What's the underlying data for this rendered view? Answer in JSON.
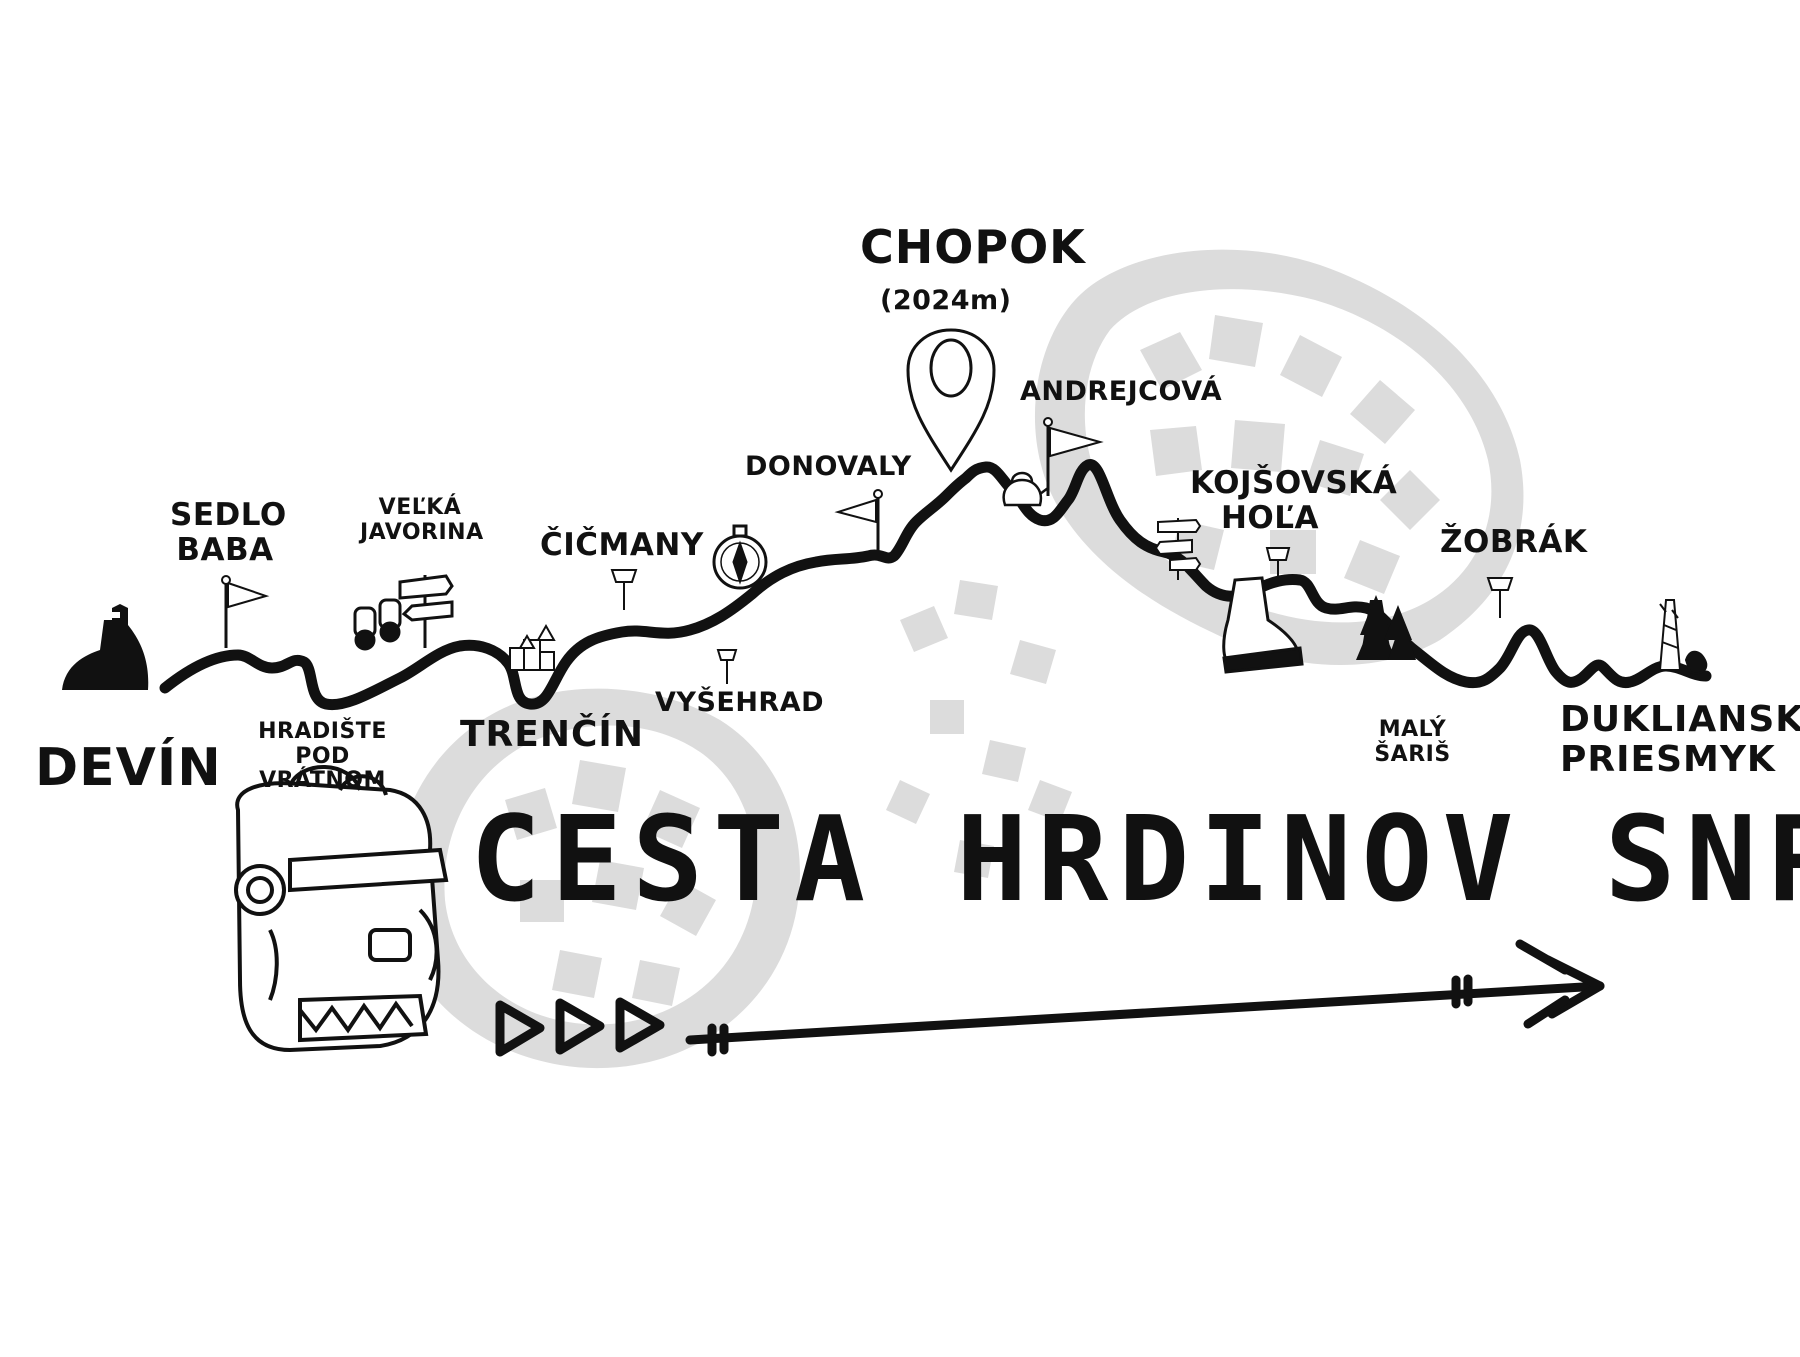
{
  "title": "CESTA HRDINOV SNP",
  "peak": {
    "name": "CHOPOK",
    "elevation": "(2024m)"
  },
  "places": {
    "devin": "DEVÍN",
    "sedlo_baba": "SEDLO\nBABA",
    "hradiste": "HRADIŠTE\nPOD VRÁTNOM",
    "velka_javorina": "VEĽKÁ\nJAVORINA",
    "trencin": "TRENČÍN",
    "cicmany": "ČIČMANY",
    "vysehrad": "VYŠEHRAD",
    "donovaly": "DONOVALY",
    "andrejcova": "ANDREJCOVÁ",
    "kojsovska": "KOJŠOVSKÁ\nHOĽA",
    "maly_saris": "MALÝ ŠARIŠ",
    "zobrak": "ŽOBRÁK",
    "duklansky": "DUKLIANSKY\nPRIESMYK"
  },
  "icons": [
    "castle-icon",
    "flag-icon",
    "binoculars-icon",
    "signpost-icon",
    "town-icon",
    "pin-icon",
    "compass-icon",
    "map-marker-icon",
    "kettle-icon",
    "boot-icon",
    "pine-trees-icon",
    "monument-icon",
    "backpack-icon",
    "arrow-icon",
    "boot-print-icon"
  ],
  "colors": {
    "ink": "#111111",
    "watermark": "#d6d6d6",
    "background": "#ffffff"
  }
}
